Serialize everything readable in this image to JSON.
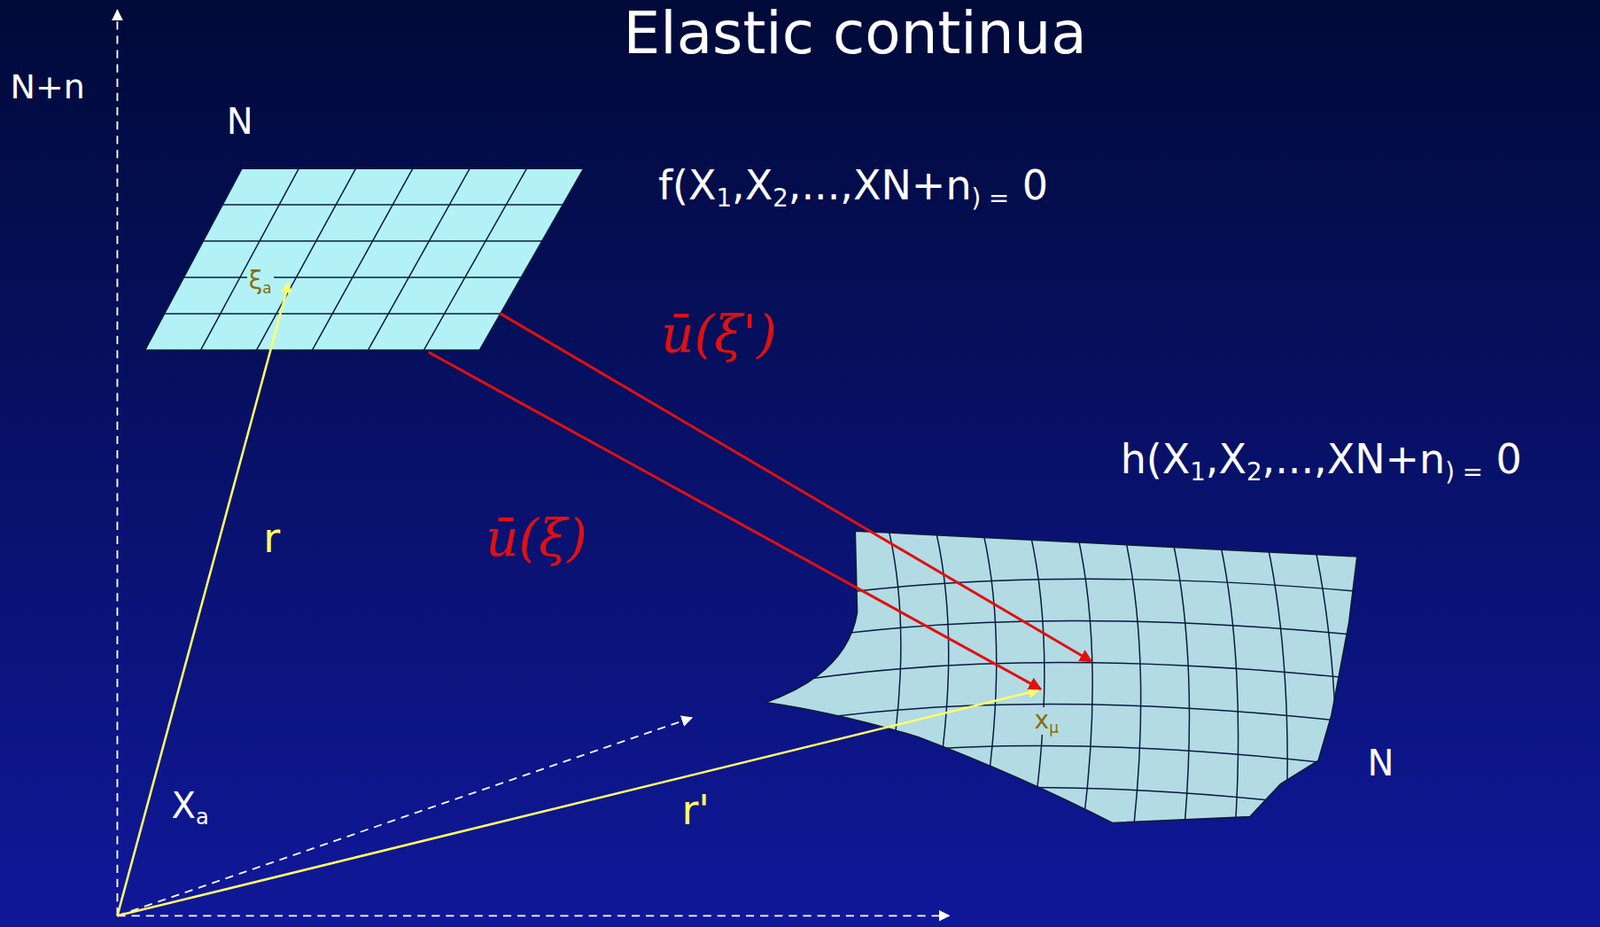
{
  "diagram": {
    "title": "Elastic continua",
    "labels": [
      "N+n",
      "N",
      "f(X1,X2,...,XN+n) = 0",
      "ξa",
      "ū(ξ')",
      "h(X1,X2,...,XN+n) = 0",
      "r",
      "ū(ξ)",
      "xμ",
      "N",
      "Xa",
      "r'"
    ]
  }
}
